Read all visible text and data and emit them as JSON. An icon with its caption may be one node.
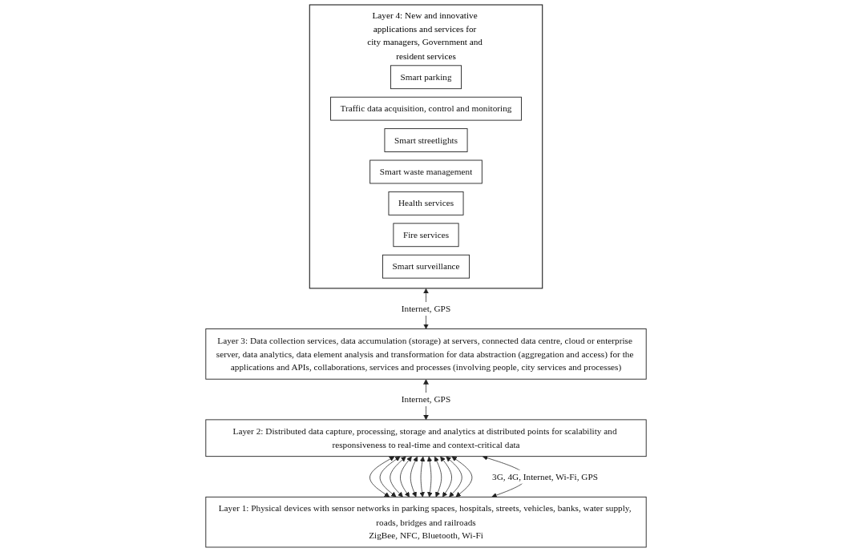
{
  "diagram": {
    "nodes": [
      {
        "text": [
          "Layer 4: New and innovative applications and services for city managers, Government and resident services"
        ]
      },
      {
        "text": [
          "Smart parking"
        ],
        "in": 0
      },
      {
        "text": [
          "Traffic data acquisition, control and monitoring"
        ],
        "in": 0
      },
      {
        "text": [
          "Smart streetlights"
        ],
        "in": 0
      },
      {
        "text": [
          "Smart waste management"
        ],
        "in": 0
      },
      {
        "text": [
          "Health services"
        ],
        "in": 0
      },
      {
        "text": [
          "Fire services"
        ],
        "in": 0
      },
      {
        "text": [
          "Smart surveillance"
        ],
        "in": 0
      },
      {
        "text": [
          "Layer 3: Data collection services, data accumulation (storage) at servers, connected data centre, cloud or enterprise server, data analytics, data element analysis and transformation for data abstraction (aggregation and access) for the applications and APIs, collaborations, services and processes (involving people, city services and processes)"
        ]
      },
      {
        "text": [
          "Layer 2: Distributed data capture, processing, storage and analytics at distributed points for scalability and responsiveness to real-time and context-critical data"
        ]
      },
      {
        "text": [
          "Layer 1: Physical devices with sensor networks in parking spaces, hospitals, streets, vehicles, banks, water supply, roads, bridges and railroads",
          "ZigBee, NFC, Bluetooth, Wi-Fi"
        ]
      }
    ],
    "edges": [
      {
        "from": 0,
        "to": 8,
        "arrow": "both",
        "label": "Internet, GPS"
      },
      {
        "from": 8,
        "to": 9,
        "arrow": "both",
        "label": "Internet, GPS"
      },
      {
        "from": 9,
        "to": 10,
        "arrow": "both"
      },
      {
        "from": 9,
        "to": 10,
        "arrow": "both"
      },
      {
        "from": 9,
        "to": 10,
        "arrow": "both"
      },
      {
        "from": 9,
        "to": 10,
        "arrow": "both"
      },
      {
        "from": 9,
        "to": 10,
        "arrow": "both"
      },
      {
        "from": 9,
        "to": 10,
        "arrow": "both"
      },
      {
        "from": 9,
        "to": 10,
        "arrow": "both"
      },
      {
        "from": 9,
        "to": 10,
        "arrow": "both"
      },
      {
        "from": 9,
        "to": 10,
        "arrow": "both"
      },
      {
        "from": 9,
        "to": 10,
        "arrow": "both"
      },
      {
        "from": 9,
        "to": 10,
        "arrow": "both"
      },
      {
        "from": 9,
        "to": 10,
        "arrow": "both",
        "label": "3G, 4G, Internet, Wi-Fi, GPS"
      }
    ]
  }
}
